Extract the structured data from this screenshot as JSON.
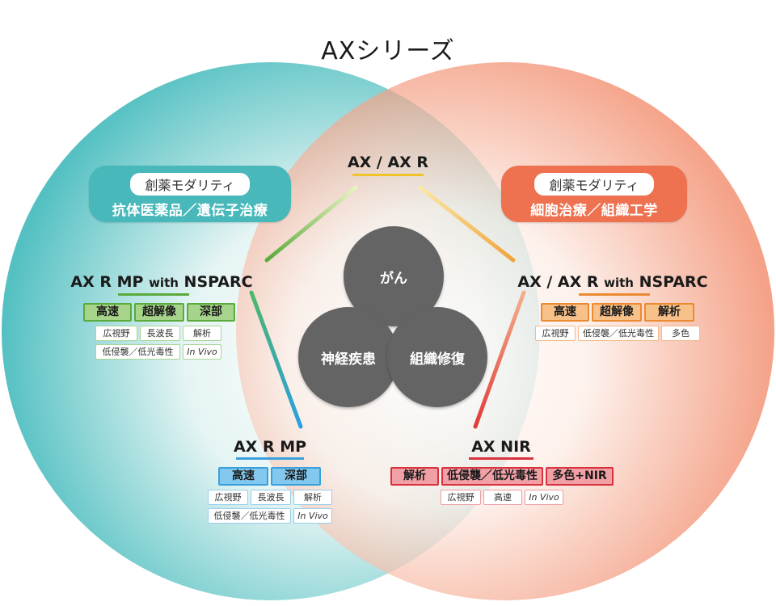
{
  "title": "AXシリーズ",
  "colors": {
    "left_circle": "#4bbdbf",
    "right_circle": "#f07a55",
    "green": "#5aaa3c",
    "orange": "#ec8a32",
    "blue": "#3aa0dc",
    "red": "#d8323f",
    "disease": "#646464"
  },
  "modality_left": {
    "head": "創薬モダリティ",
    "sub": "抗体医薬品／遺伝子治療"
  },
  "modality_right": {
    "head": "創薬モダリティ",
    "sub": "細胞治療／組織工学"
  },
  "diseases": [
    "がん",
    "神経疾患",
    "組織修復"
  ],
  "nodes": {
    "top": {
      "label": "AX / AX R"
    },
    "left": {
      "label_main": "AX R MP ",
      "label_small": "with",
      "label_end": " NSPARC",
      "big_tags": [
        "高速",
        "超解像",
        "深部"
      ],
      "small_tags_row1": [
        "広視野",
        "長波長",
        "解析"
      ],
      "small_tags_row2": [
        "低侵襲／低光毒性",
        "In Vivo"
      ]
    },
    "right": {
      "label_main": "AX / AX R ",
      "label_small": "with",
      "label_end": " NSPARC",
      "big_tags": [
        "高速",
        "超解像",
        "解析"
      ],
      "small_tags_row1": [
        "広視野",
        "低侵襲／低光毒性",
        "多色"
      ]
    },
    "bottom_left": {
      "label": "AX R MP",
      "big_tags": [
        "高速",
        "深部"
      ],
      "small_tags_row1": [
        "広視野",
        "長波長",
        "解析"
      ],
      "small_tags_row2": [
        "低侵襲／低光毒性",
        "In Vivo"
      ]
    },
    "bottom_right": {
      "label": "AX NIR",
      "big_tags": [
        "解析",
        "低侵襲／低光毒性",
        "多色+NIR"
      ],
      "small_tags_row1": [
        "広視野",
        "高速",
        "In Vivo"
      ]
    }
  }
}
